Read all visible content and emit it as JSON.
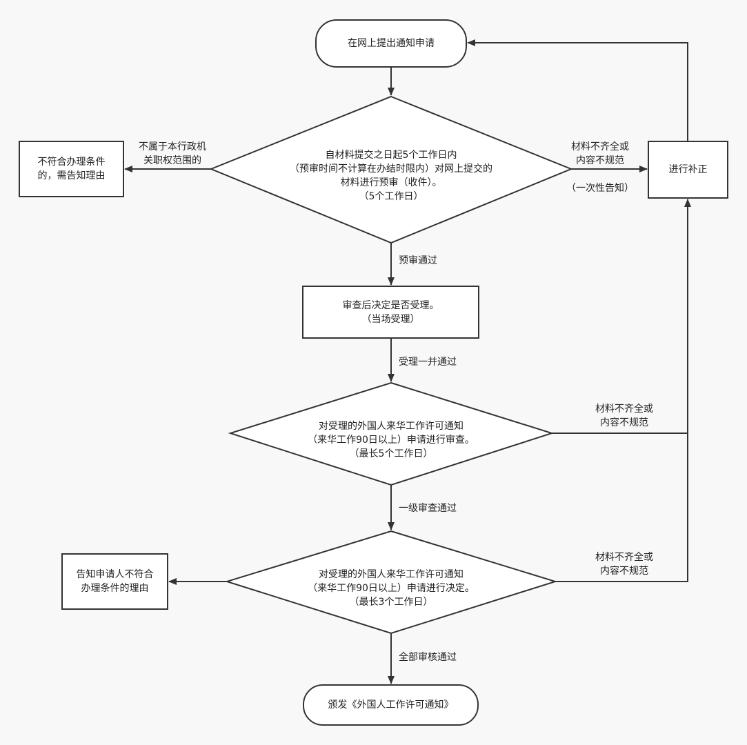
{
  "nodes": {
    "start": [
      "在网上提出通知申请"
    ],
    "pre_review": [
      "自材料提交之日起5个工作日内",
      "（预审时间不计算在办结时限内）对网上提交的",
      "材料进行预审（收件）。",
      "（5个工作日）"
    ],
    "reject_left": [
      "不符合办理条件",
      "的，需告知理由"
    ],
    "supplement": [
      "进行补正"
    ],
    "accept": [
      "审查后决定是否受理。",
      "（当场受理）"
    ],
    "review": [
      "对受理的外国人来华工作许可通知",
      "（来华工作90日以上）申请进行审查。",
      "（最长5个工作日）"
    ],
    "decide": [
      "对受理的外国人来华工作许可通知",
      "（来华工作90日以上）申请进行决定。",
      "（最长3个工作日）"
    ],
    "reject_bottom": [
      "告知申请人不符合",
      "办理条件的理由"
    ],
    "issue": [
      "颁发《外国人工作许可通知》"
    ]
  },
  "edges": {
    "out_of_scope": [
      "不属于本行政机",
      "关职权范围的"
    ],
    "incomplete_1": [
      "材料不齐全或",
      "内容不规范"
    ],
    "one_time_notice": "（一次性告知）",
    "pre_pass": "预审通过",
    "accept_pass": "受理一并通过",
    "incomplete_2": [
      "材料不齐全或",
      "内容不规范"
    ],
    "level1_pass": "一级审查通过",
    "incomplete_3": [
      "材料不齐全或",
      "内容不规范"
    ],
    "all_pass": "全部审核通过"
  },
  "colors": {
    "stroke": "#333333",
    "fill": "#ffffff",
    "background": "#f8f8f8"
  }
}
